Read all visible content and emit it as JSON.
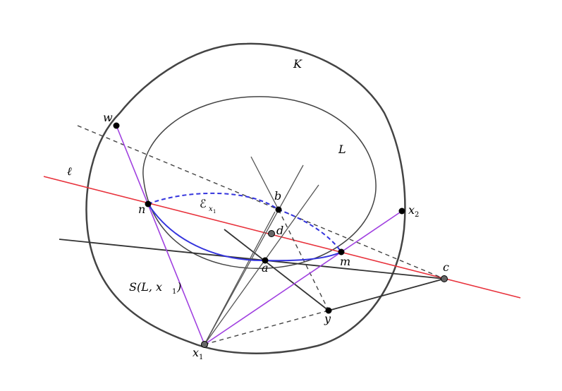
{
  "labels": {
    "K": "K",
    "L": "L",
    "ell": "ℓ",
    "E": "ℰ",
    "E_sub_x": "x",
    "E_sub_n": "1",
    "S_text": "S(L, x",
    "S_sub": "1",
    "S_close": ")",
    "w": "w",
    "n": "n",
    "b": "b",
    "d": "d",
    "a": "a",
    "m": "m",
    "c": "c",
    "y": "y",
    "x1": "x",
    "x1_sub": "1",
    "x2": "x",
    "x2_sub": "2"
  },
  "colors": {
    "outer_curve": "#444444",
    "inner_curve": "#444444",
    "red_line": "#e8323c",
    "purple_line": "#a040e0",
    "blue_curve": "#3333dd",
    "dark_line": "#333333",
    "dashed_line": "#444444",
    "point": "#000000",
    "point_gray": "#666666"
  }
}
